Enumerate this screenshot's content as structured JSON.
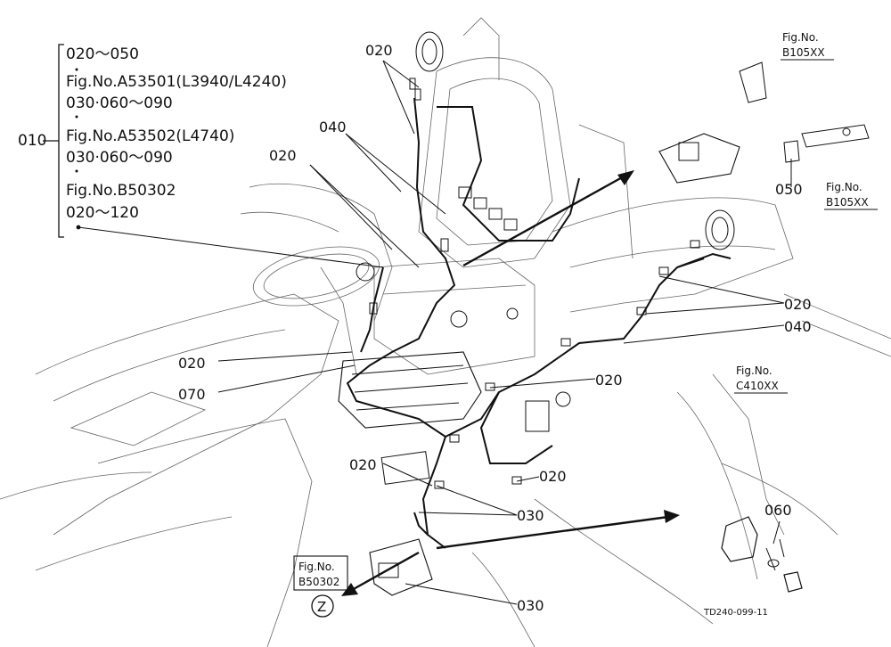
{
  "legend": {
    "parent": "010",
    "lines": [
      "020～050",
      "Fig.No.A53501(L3940/L4240)",
      "030·060～090",
      "Fig.No.A53502(L4740)",
      "030·060～090",
      "Fig.No.B50302",
      "020～120"
    ]
  },
  "callouts": {
    "c1": "020",
    "c2": "040",
    "c3": "020",
    "c4": "020",
    "c5": "040",
    "c6": "020",
    "c7": "070",
    "c8": "020",
    "c9": "020",
    "c10": "020",
    "c11": "030",
    "c12": "030",
    "c13": "050",
    "c14": "060"
  },
  "figure_refs": {
    "ref1": {
      "label": "Fig.No.",
      "code": "B105XX"
    },
    "ref2": {
      "label": "Fig.No.",
      "code": "B105XX"
    },
    "ref3": {
      "label": "Fig.No.",
      "code": "C410XX"
    },
    "ref4": {
      "label": "Fig.No.",
      "code": "B50302"
    }
  },
  "circle_label": "Z",
  "drawing_code": "TD240-099-11"
}
